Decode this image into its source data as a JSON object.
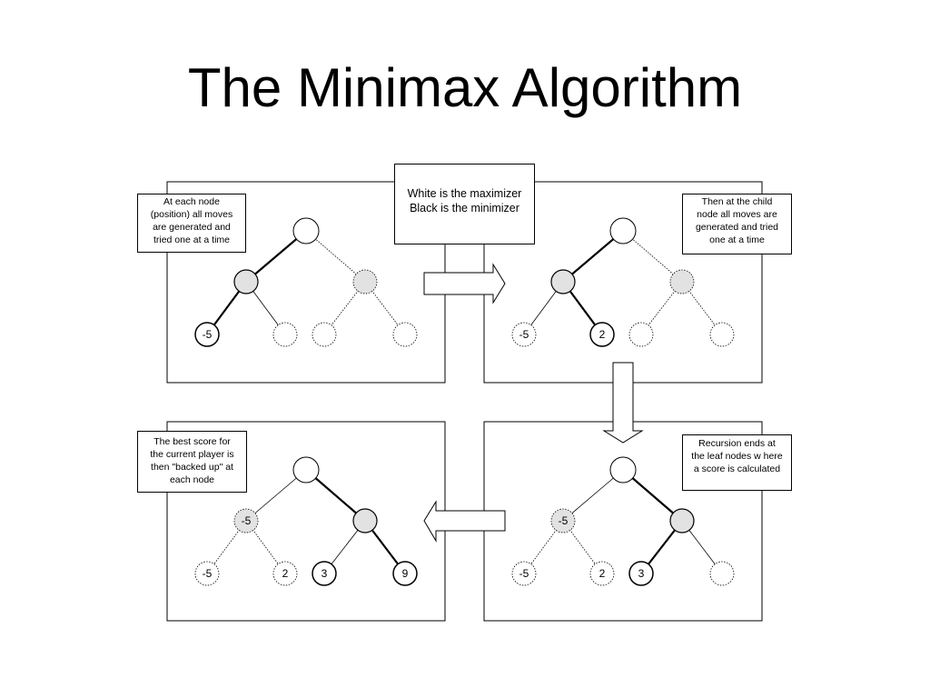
{
  "title": "The Minimax Algorithm",
  "legend": {
    "line1": "White is the maximizer",
    "line2": "Black is the minimizer"
  },
  "notes": [
    {
      "lines": [
        "At each node",
        "(position) all moves",
        "are generated and",
        "tried one at a time"
      ]
    },
    {
      "lines": [
        "Then at the child",
        "node all moves are",
        "generated and tried",
        "one at a time"
      ]
    },
    {
      "lines": [
        "Recursion ends at",
        "the leaf nodes w here",
        "a score is calculated"
      ]
    },
    {
      "lines": [
        "The best score for",
        "the current player is",
        "then \"backed up\" at",
        "each node"
      ]
    }
  ],
  "panels": [
    {
      "id": "p1",
      "leaves": [
        "-5",
        "",
        "",
        ""
      ],
      "minis": [
        "",
        ""
      ],
      "visited": {
        "leaves": [
          true,
          false,
          false,
          false
        ],
        "minis": [
          true,
          false
        ]
      },
      "bold_edges": [
        "root-a",
        "a-l1"
      ]
    },
    {
      "id": "p2",
      "leaves": [
        "-5",
        "2",
        "",
        ""
      ],
      "minis": [
        "",
        ""
      ],
      "visited": {
        "leaves": [
          false,
          true,
          false,
          false
        ],
        "minis": [
          true,
          false
        ]
      },
      "bold_edges": [
        "root-a",
        "a-l2"
      ]
    },
    {
      "id": "p3",
      "leaves": [
        "-5",
        "2",
        "3",
        ""
      ],
      "minis": [
        "-5",
        ""
      ],
      "visited": {
        "leaves": [
          false,
          false,
          true,
          false
        ],
        "minis": [
          false,
          true
        ]
      },
      "bold_edges": [
        "root-b",
        "b-l3"
      ]
    },
    {
      "id": "p4",
      "leaves": [
        "-5",
        "2",
        "3",
        "9"
      ],
      "minis": [
        "-5",
        ""
      ],
      "visited": {
        "leaves": [
          false,
          false,
          true,
          true
        ],
        "minis": [
          false,
          true
        ]
      },
      "bold_edges": [
        "root-b",
        "b-l4"
      ]
    }
  ],
  "colors": {
    "min_fill": "#e2e2e2",
    "max_fill": "#ffffff",
    "stroke": "#000000"
  }
}
